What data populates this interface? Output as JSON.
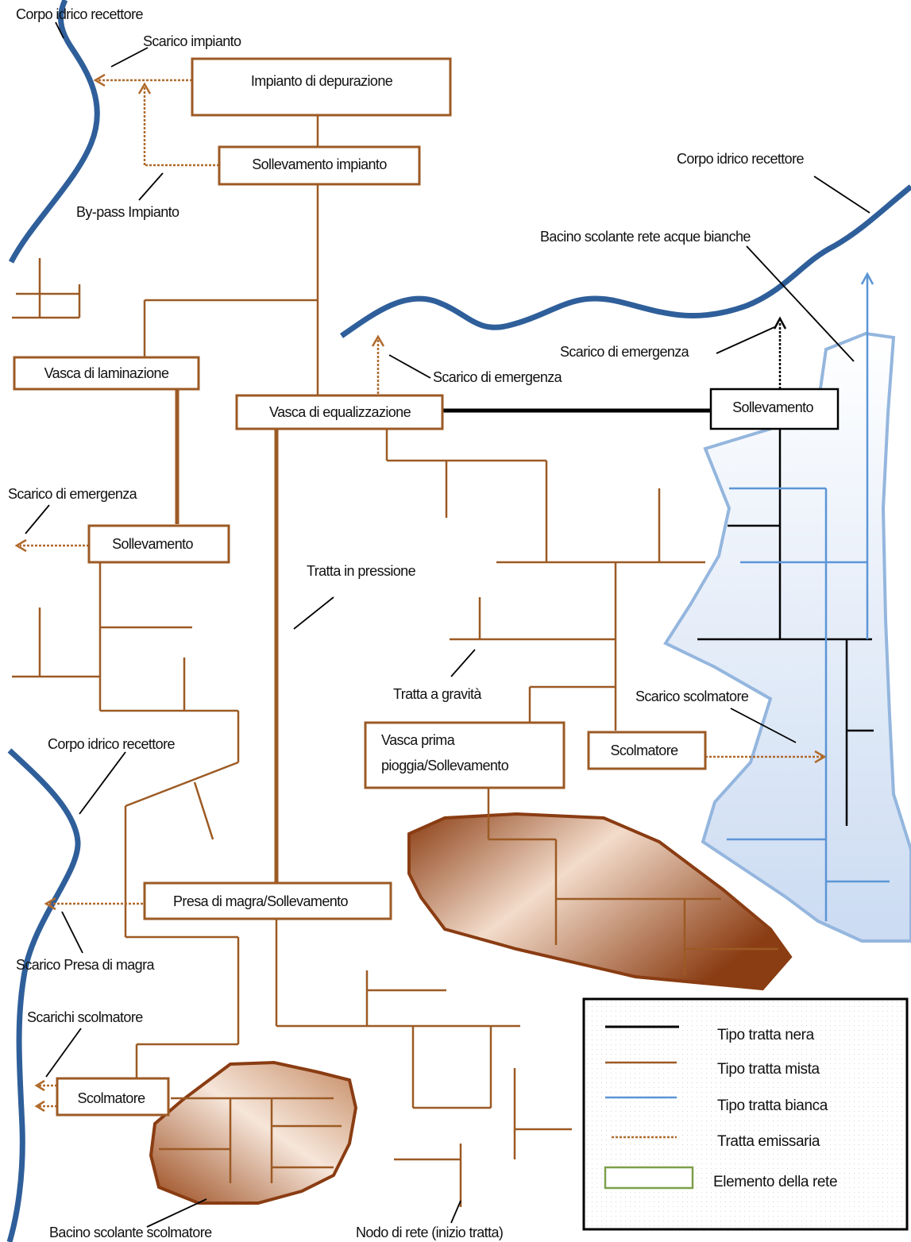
{
  "colors": {
    "river": "#2f5f9a",
    "mixed": "#9c5a24",
    "black": "#000000",
    "white_net": "#5b95d6",
    "emissary": "#b06a2c",
    "element_border": "#7da04a",
    "box_border": "#9c5a24"
  },
  "nodes": {
    "impianto_depurazione": "Impianto di depurazione",
    "sollevamento_impianto": "Sollevamento impianto",
    "vasca_laminazione": "Vasca di laminazione",
    "vasca_equalizzazione": "Vasca di equalizzazione",
    "sollevamento_left": "Sollevamento",
    "sollevamento_right": "Sollevamento",
    "vasca_prima_pioggia_1": "Vasca prima",
    "vasca_prima_pioggia_2": "pioggia/Sollevamento",
    "scolmatore_center": "Scolmatore",
    "presa_magra": "Presa di magra/Sollevamento",
    "scolmatore_bottom": "Scolmatore"
  },
  "labels": {
    "corpo_idrico_1": "Corpo idrico recettore",
    "scarico_impianto": "Scarico impianto",
    "by_pass": "By-pass Impianto",
    "corpo_idrico_2": "Corpo idrico recettore",
    "bacino_bianche": "Bacino scolante rete acque bianche",
    "scarico_emergenza_right": "Scarico di emergenza",
    "scarico_emergenza_center": "Scarico di emergenza",
    "scarico_emergenza_left": "Scarico di emergenza",
    "tratta_pressione": "Tratta in pressione",
    "tratta_gravita": "Tratta a gravità",
    "scarico_scolmatore": "Scarico scolmatore",
    "corpo_idrico_3": "Corpo idrico recettore",
    "scarico_presa_magra": "Scarico Presa di magra",
    "scarichi_scolmatore": "Scarichi scolmatore",
    "bacino_scolmatore": "Bacino scolante scolmatore",
    "nodo_rete": "Nodo di rete (inizio tratta)"
  },
  "legend": {
    "items": [
      {
        "label": "Tipo tratta nera",
        "icon": "black-line"
      },
      {
        "label": "Tipo tratta mista",
        "icon": "brown-line"
      },
      {
        "label": "Tipo tratta bianca",
        "icon": "blue-line"
      },
      {
        "label": "Tratta emissaria",
        "icon": "dotted-line"
      },
      {
        "label": "Elemento della rete",
        "icon": "green-box"
      }
    ]
  }
}
